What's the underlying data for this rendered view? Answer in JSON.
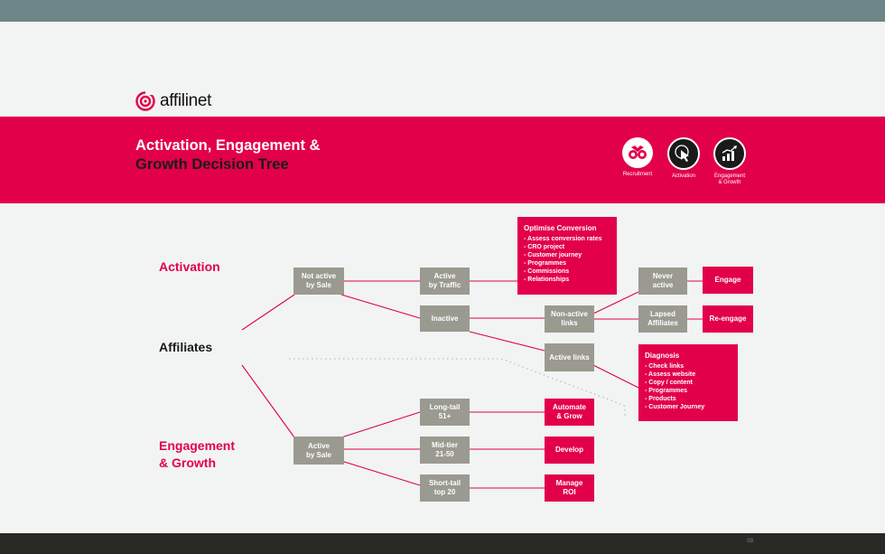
{
  "brand": {
    "name": "affilinet"
  },
  "header": {
    "title_line1": "Activation, Engagement &",
    "title_line2": "Growth Decision Tree"
  },
  "stages": [
    {
      "label": "Recruitment",
      "icon": "binoculars-icon"
    },
    {
      "label": "Activation",
      "icon": "pointer-click-icon"
    },
    {
      "label": "Engagement",
      "label2": "& Growth",
      "icon": "growth-chart-icon"
    }
  ],
  "sections": {
    "activation": "Activation",
    "affiliates": "Affiliates",
    "engagement_line1": "Engagement",
    "engagement_line2": "& Growth"
  },
  "nodes": {
    "not_active_by_sale": [
      "Not active",
      "by Sale"
    ],
    "active_by_traffic": [
      "Active",
      "by Traffic"
    ],
    "inactive": [
      "Inactive"
    ],
    "non_active_links": [
      "Non-active",
      "links"
    ],
    "active_links": [
      "Active links"
    ],
    "never_active": [
      "Never",
      "active"
    ],
    "lapsed_affiliates": [
      "Lapsed",
      "Affiliates"
    ],
    "engage": [
      "Engage"
    ],
    "re_engage": [
      "Re-engage"
    ],
    "active_by_sale": [
      "Active",
      "by Sale"
    ],
    "long_tail": [
      "Long-tail",
      "51+"
    ],
    "mid_tier": [
      "Mid-tier",
      "21-50"
    ],
    "short_tail": [
      "Short-tail",
      "top 20"
    ],
    "automate_grow": [
      "Automate",
      "& Grow"
    ],
    "develop": [
      "Develop"
    ],
    "manage_roi": [
      "Manage",
      "ROI"
    ]
  },
  "optimise": {
    "title": "Optimise Conversion",
    "items": [
      "- Assess conversion rates",
      "- CRO project",
      "- Customer journey",
      "- Programmes",
      "- Commissions",
      "- Relationships"
    ]
  },
  "diagnosis": {
    "title": "Diagnosis",
    "items": [
      "- Check links",
      "- Assess website",
      "- Copy / content",
      "- Programmes",
      "- Products",
      "- Customer Journey"
    ]
  },
  "footer": {
    "page_number": "03"
  },
  "colors": {
    "brand_red": "#e2004a",
    "node_grey": "#9a9a90",
    "top_bar": "#6e8589",
    "footer": "#2b2926"
  }
}
